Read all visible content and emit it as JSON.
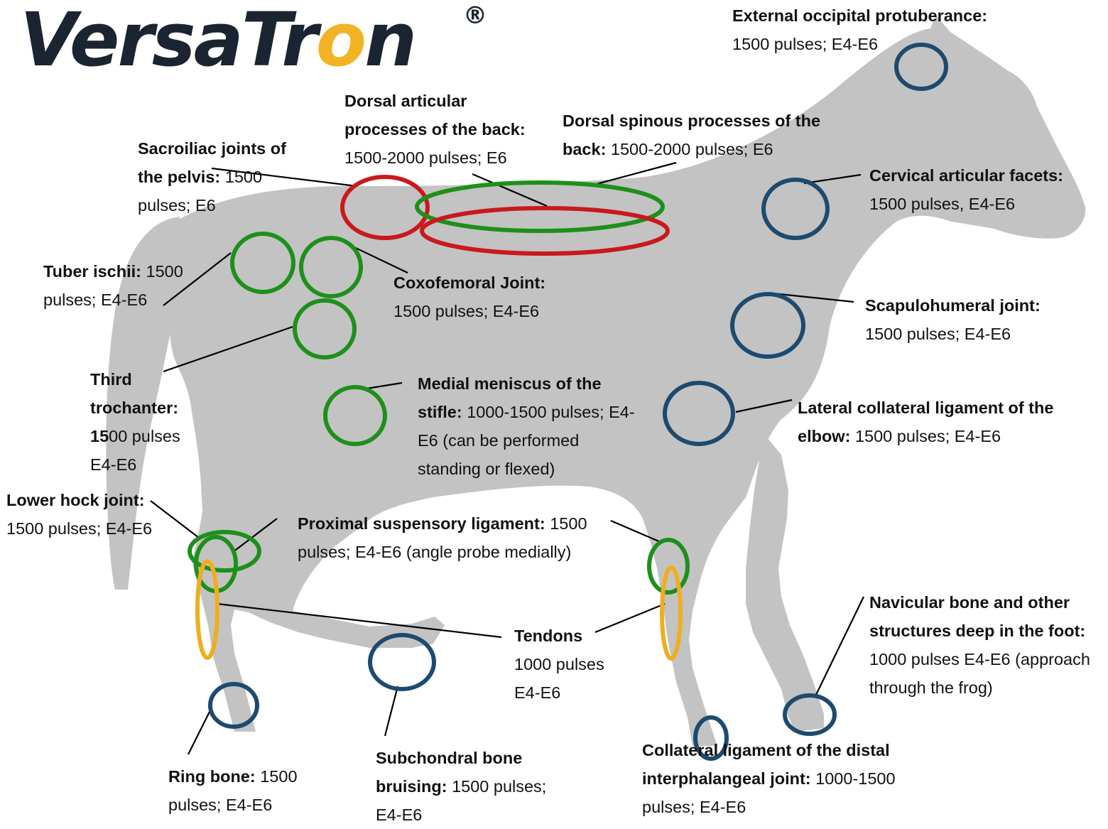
{
  "brand": {
    "name_part1": "VersaTr",
    "name_accent": "o",
    "name_part2": "n",
    "registered": "®",
    "color": "#1b2431",
    "accent_color": "#f2b324"
  },
  "colors": {
    "horse_silhouette": "#c3c3c3",
    "green_ring": "#1e8f1b",
    "red_ring": "#c9191d",
    "blue_ring": "#1d4a6e",
    "orange_ring": "#eeae1f"
  },
  "labels": {
    "external_occipital": {
      "title": "External occipital protuberance:",
      "text": "1500 pulses; E4-E6"
    },
    "dorsal_articular": {
      "title": "Dorsal articular processes of the back:",
      "text": "1500-2000 pulses; E6"
    },
    "dorsal_spinous": {
      "title": "Dorsal spinous processes of the back:",
      "text": "1500-2000 pulses; E6"
    },
    "sacroiliac": {
      "title": "Sacroiliac joints of the pelvis:",
      "text": "1500 pulses; E6"
    },
    "cervical": {
      "title": "Cervical articular facets:",
      "text": "1500 pulses, E4-E6"
    },
    "tuber_ischii": {
      "title": "Tuber ischii:",
      "text": "1500 pulses; E4-E6"
    },
    "coxofemoral": {
      "title": "Coxofemoral Joint:",
      "text": "1500 pulses; E4-E6"
    },
    "scapulohumeral": {
      "title": "Scapulohumeral joint:",
      "text": "1500 pulses; E4-E6"
    },
    "third_trochanter": {
      "title": "Third trochanter:",
      "text_bold": "15",
      "text": "00 pulses E4-E6"
    },
    "medial_meniscus": {
      "title": "Medial meniscus of the stifle:",
      "text": "1000-1500 pulses; E4-E6 (can be performed standing or flexed)"
    },
    "lateral_collateral": {
      "title": "Lateral collateral ligament of the elbow:",
      "text": "1500 pulses; E4-E6"
    },
    "lower_hock": {
      "title": "Lower hock joint:",
      "text": "1500 pulses; E4-E6"
    },
    "proximal_suspensory": {
      "title": "Proximal suspensory ligament:",
      "text": "1500 pulses; E4-E6 (angle probe medially)"
    },
    "navicular": {
      "title": "Navicular bone and other structures deep in the foot:",
      "text": "1000 pulses E4-E6 (approach through the frog)"
    },
    "tendons": {
      "title": "Tendons",
      "text": "1000 pulses E4-E6"
    },
    "ring_bone": {
      "title": "Ring bone:",
      "text": "1500 pulses; E4-E6"
    },
    "subchondral": {
      "title": "Subchondral bone bruising:",
      "text": "1500 pulses; E4-E6"
    },
    "collateral_distal": {
      "title": "Collateral ligament of the distal interphalangeal joint:",
      "text": "1000-1500 pulses; E4-E6"
    }
  }
}
